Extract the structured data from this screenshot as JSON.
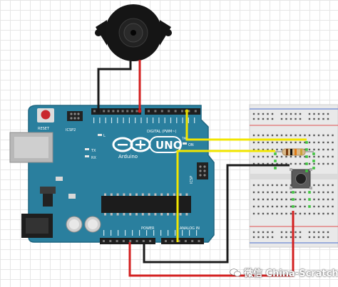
{
  "board": {
    "reset_label": "RESET",
    "icsp2_label": "ICSP2",
    "l_label": "L",
    "tx_label": "TX",
    "rx_label": "RX",
    "brand": "Arduino",
    "model": "UNO",
    "tm": "TM",
    "on_label": "ON",
    "icsp_label": "ICSP",
    "digital_label": "DIGITAL (PWM~)",
    "power_label": "POWER",
    "analog_label": "ANALOG IN"
  },
  "watermark": {
    "text": "微信 China-Scratch"
  },
  "colors": {
    "board": "#2a7f9e",
    "board_edge": "#1f6680",
    "wire_red": "#d32020",
    "wire_black": "#1a1a1a",
    "wire_yellow": "#f2e600",
    "breadboard": "#e9e9e9",
    "rail_red": "#e05050",
    "rail_blue": "#4a6fd0",
    "conn_green": "#3ec43e"
  }
}
